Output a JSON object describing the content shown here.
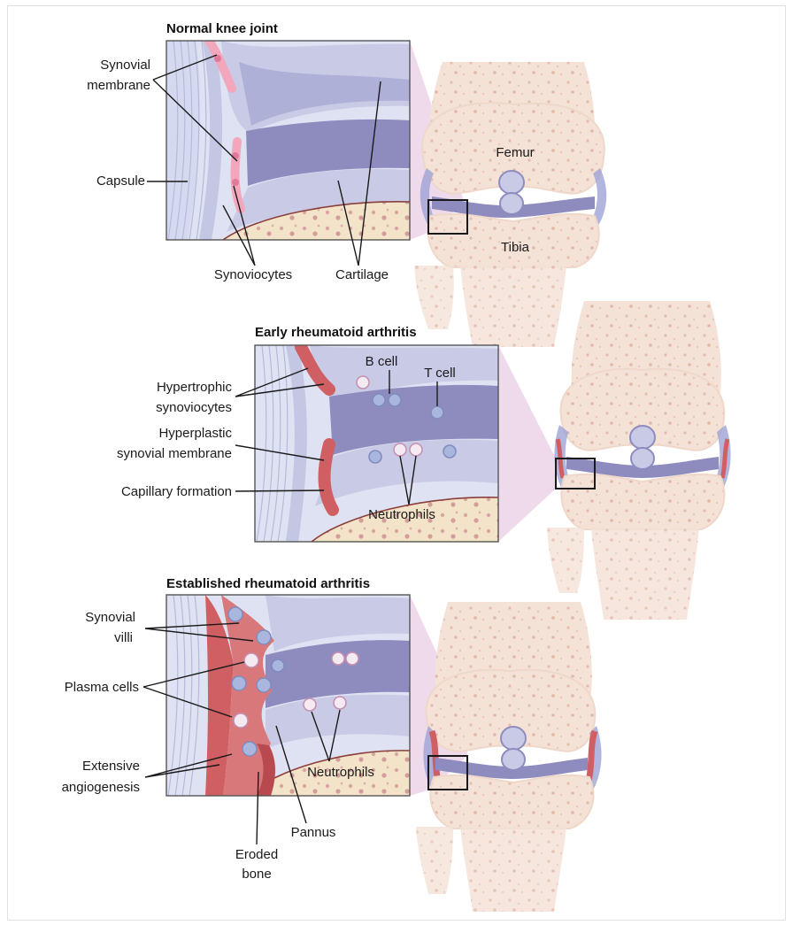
{
  "panels": {
    "normal": {
      "title": "Normal knee joint",
      "labels": {
        "synovial_membrane_1": "Synovial",
        "synovial_membrane_2": "membrane",
        "capsule": "Capsule",
        "synoviocytes": "Synoviocytes",
        "cartilage": "Cartilage"
      },
      "knee": {
        "femur": "Femur",
        "tibia": "Tibia"
      }
    },
    "early": {
      "title": "Early rheumatoid arthritis",
      "labels": {
        "hypertrophic_1": "Hypertrophic",
        "hypertrophic_2": "synoviocytes",
        "hyperplastic_1": "Hyperplastic",
        "hyperplastic_2": "synovial membrane",
        "capillary": "Capillary formation",
        "b_cell": "B cell",
        "t_cell": "T cell",
        "neutrophils": "Neutrophils"
      }
    },
    "established": {
      "title": "Established rheumatoid arthritis",
      "labels": {
        "villi_1": "Synovial",
        "villi_2": "villi",
        "plasma": "Plasma cells",
        "angio_1": "Extensive",
        "angio_2": "angiogenesis",
        "neutrophils": "Neutrophils",
        "pannus": "Pannus",
        "eroded_1": "Eroded",
        "eroded_2": "bone"
      }
    }
  },
  "colors": {
    "bone": "#f3e0d4",
    "bone_speckle": "#e6bfb2",
    "cartilage": "#c9cbe6",
    "membrane": "#8e8cbf",
    "synovium_pink": "#f2a7bd",
    "inflamed": "#cf5f62",
    "cell_blue": "#a9b6de",
    "projection": "#ecd3e8"
  }
}
